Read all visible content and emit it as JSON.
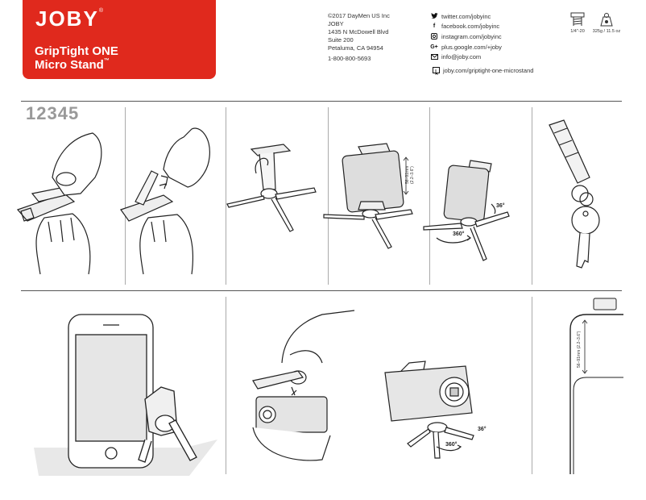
{
  "brand": {
    "logo": "JOBY",
    "registered": "®",
    "product_line1": "GripTight ONE",
    "product_line2": "Micro Stand",
    "trademark": "™",
    "color": "#e0291d"
  },
  "address": {
    "lines": [
      "©2017 DayMen US Inc",
      "JOBY",
      "1435 N McDowell Blvd",
      "Suite 200",
      "Petaluma, CA 94954"
    ],
    "phone": "1-800-800-5693"
  },
  "social": {
    "items": [
      {
        "icon": "twitter-icon",
        "text": "twitter.com/jobyinc"
      },
      {
        "icon": "facebook-icon",
        "text": "facebook.com/jobyinc"
      },
      {
        "icon": "instagram-icon",
        "text": "instagram.com/jobyinc"
      },
      {
        "icon": "google-plus-icon",
        "text": "plus.google.com/+joby"
      },
      {
        "icon": "mail-icon",
        "text": "info@joby.com"
      }
    ],
    "web": "joby.com/griptight-one-microstand"
  },
  "specs": {
    "thread": "1/4\"-20",
    "weight": "325g / 11.5 oz"
  },
  "code": "12345",
  "labels": {
    "range": "56–91mm",
    "range_in": "(2.2–3.6\")",
    "rot_tilt": "36°",
    "rot_pan": "360°",
    "range_side": "56–91mm (2.2–3.6\")"
  }
}
